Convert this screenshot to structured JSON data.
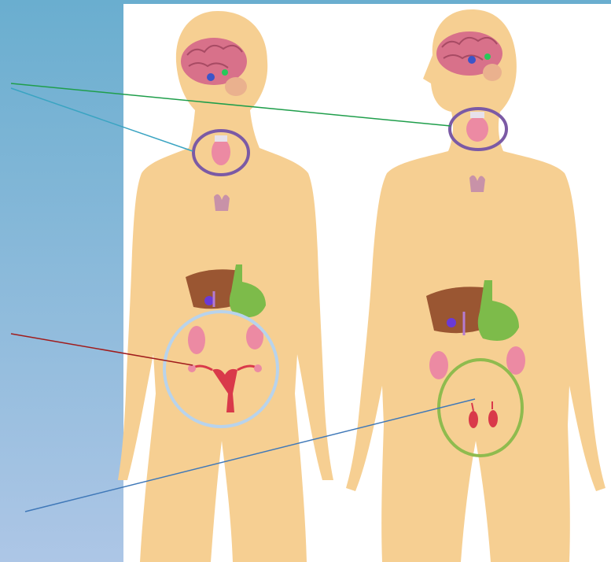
{
  "colors": {
    "panel_top": "#6aaecf",
    "panel_bottom": "#adc6e6",
    "body_skin": "#f6cf92",
    "thyroid_ring": "#7b5aa5",
    "female_ring": "#b8d3ec",
    "male_ring": "#8fbb4e",
    "line_green": "#1f9e4b",
    "line_teal": "#3aa4c2",
    "line_red": "#a01c1c",
    "line_blue": "#3f78b8",
    "organ_pink": "#ec8aa3",
    "organ_red": "#d9394a",
    "liver": "#9a5632",
    "stomach": "#7dbb4a",
    "brain": "#d8718a"
  },
  "figures": [
    {
      "id": "female",
      "glands": [
        "brain-icon",
        "thyroid-icon",
        "thymus-icon",
        "liver-icon",
        "stomach-icon",
        "kidney-icon",
        "uterus-icon",
        "ovary-icon"
      ]
    },
    {
      "id": "male",
      "glands": [
        "brain-icon",
        "thyroid-icon",
        "thymus-icon",
        "liver-icon",
        "stomach-icon",
        "kidney-icon",
        "testis-icon"
      ]
    }
  ],
  "callouts": [
    {
      "name": "thyroid-callout-line-male",
      "color": "green"
    },
    {
      "name": "thyroid-callout-line-female",
      "color": "teal"
    },
    {
      "name": "female-reproductive-callout-line",
      "color": "red"
    },
    {
      "name": "male-reproductive-callout-line",
      "color": "blue"
    }
  ]
}
